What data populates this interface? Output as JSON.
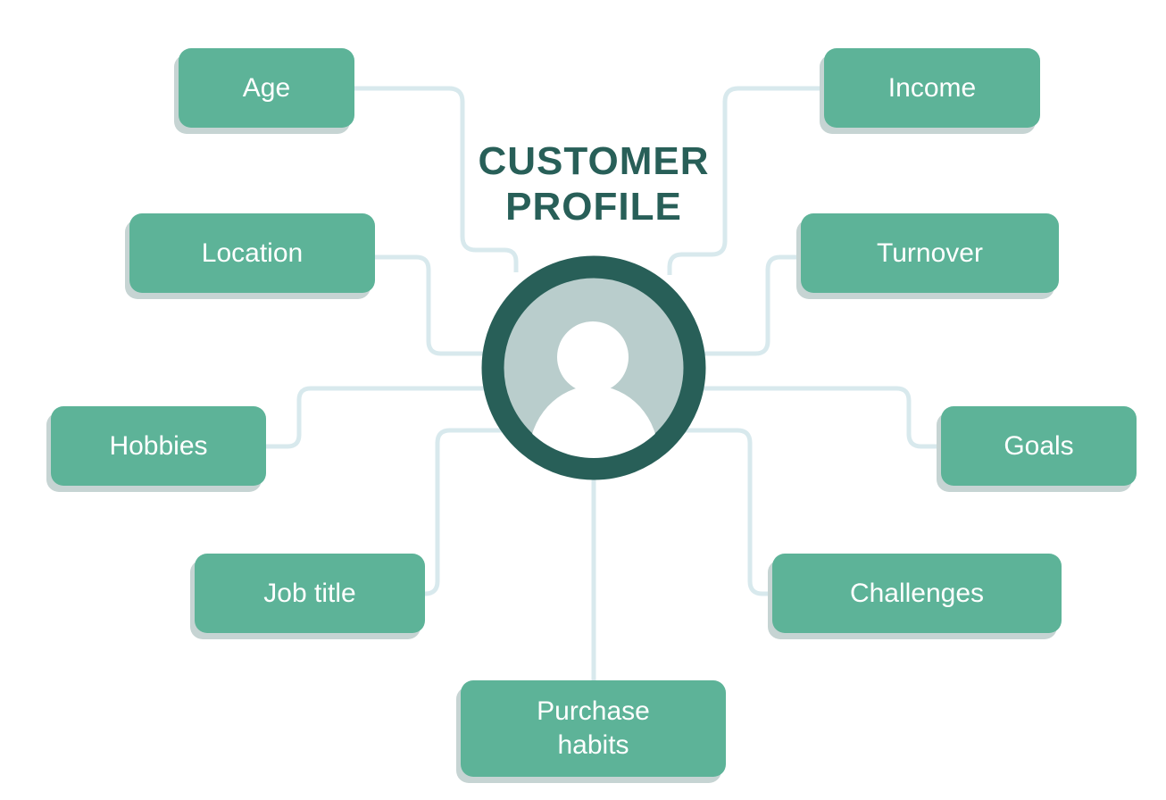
{
  "title": {
    "line1": "CUSTOMER",
    "line2": "PROFILE"
  },
  "center_icon": "user-avatar-icon",
  "attributes": {
    "age": "Age",
    "location": "Location",
    "hobbies": "Hobbies",
    "job_title": "Job title",
    "purchase_habits_1": "Purchase",
    "purchase_habits_2": "habits",
    "income": "Income",
    "turnover": "Turnover",
    "goals": "Goals",
    "challenges": "Challenges"
  },
  "colors": {
    "box": "#5db398",
    "ring": "#285f58",
    "inner": "#b9cdcc",
    "line": "#d8e9ed"
  }
}
